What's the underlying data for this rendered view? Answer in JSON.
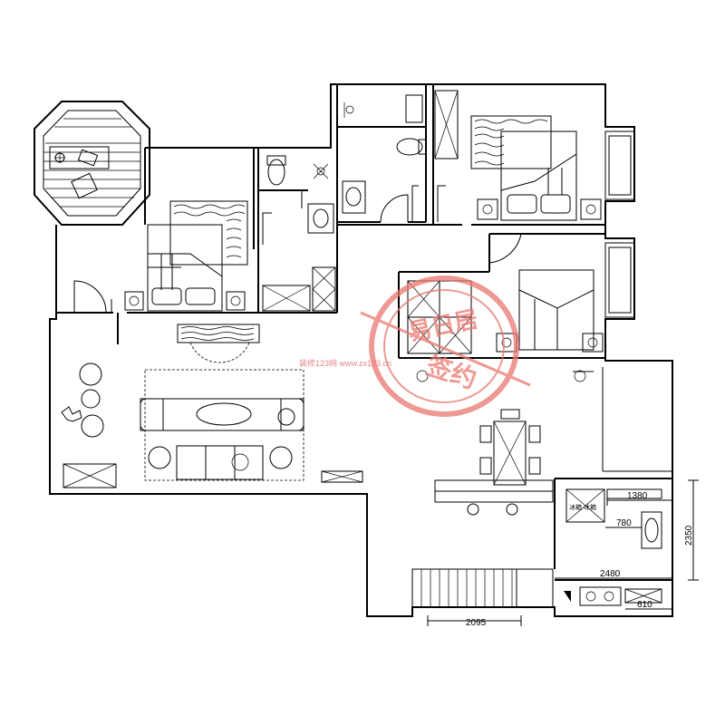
{
  "plan": {
    "dimensions": {
      "d_1380": "1380",
      "d_780": "780",
      "d_2480": "2480",
      "d_2095": "2095",
      "d_610": "610",
      "d_2350": "2350"
    },
    "labels": {
      "appliance": "冰箱 冰箱"
    },
    "watermark": {
      "url": "装修123网 www.zx123.cn"
    },
    "stamp": {
      "top": "易日居",
      "bottom": "签约",
      "color": "#e9786f"
    }
  }
}
